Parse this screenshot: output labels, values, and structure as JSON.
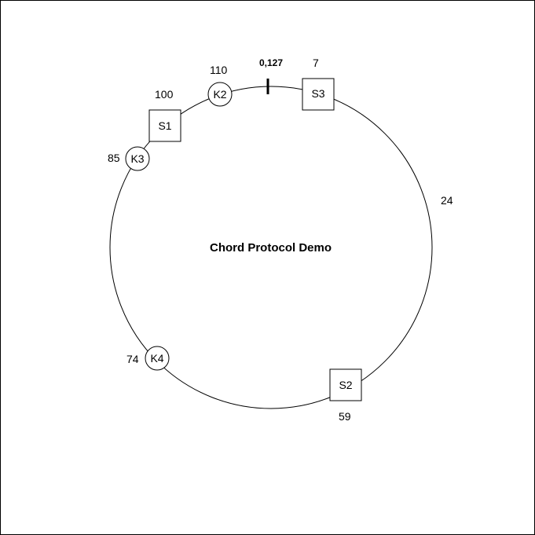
{
  "title": "Chord Protocol Demo",
  "ring": {
    "zero_marker": "0,127",
    "tick_label_24": "24"
  },
  "servers": [
    {
      "name": "S1",
      "id": "100"
    },
    {
      "name": "S2",
      "id": "59"
    },
    {
      "name": "S3",
      "id": "7"
    }
  ],
  "keys": [
    {
      "name": "K2",
      "id": "110"
    },
    {
      "name": "K3",
      "id": "85"
    },
    {
      "name": "K4",
      "id": "74"
    }
  ],
  "colors": {
    "stroke": "#000000",
    "background": "#ffffff"
  }
}
